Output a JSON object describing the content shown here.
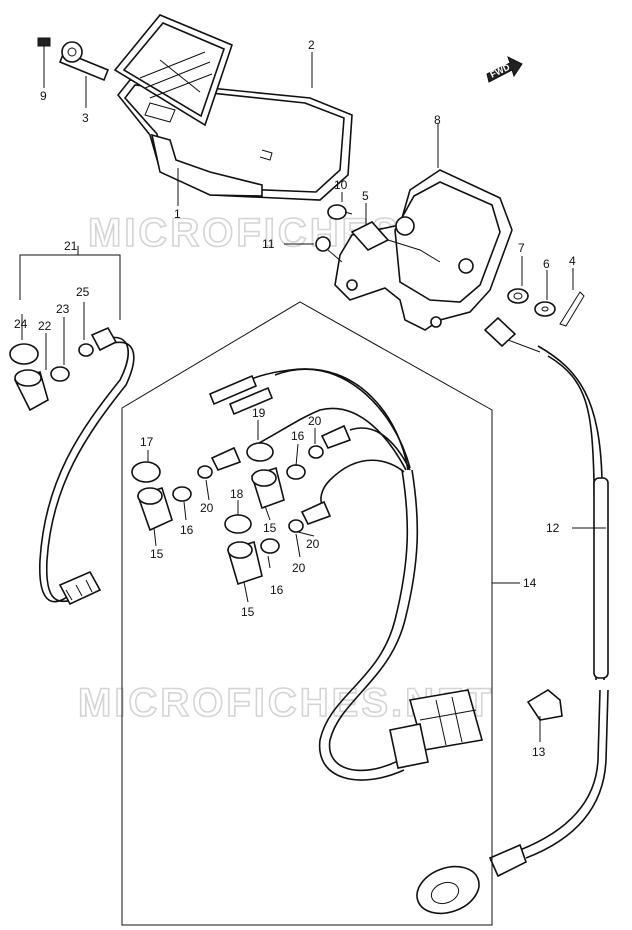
{
  "watermark": "MICROFICHES.NET",
  "fwd_label": "FWD",
  "callouts": {
    "c1": "1",
    "c2": "2",
    "c3": "3",
    "c4": "4",
    "c5": "5",
    "c6": "6",
    "c7": "7",
    "c8": "8",
    "c9": "9",
    "c10": "10",
    "c11": "11",
    "c12": "12",
    "c13": "13",
    "c14": "14",
    "c15a": "15",
    "c15b": "15",
    "c15c": "15",
    "c16a": "16",
    "c16b": "16",
    "c16c": "16",
    "c17": "17",
    "c18": "18",
    "c19": "19",
    "c20a": "20",
    "c20b": "20",
    "c20c": "20",
    "c20d": "20",
    "c21": "21",
    "c22": "22",
    "c23": "23",
    "c24": "24",
    "c25": "25"
  }
}
